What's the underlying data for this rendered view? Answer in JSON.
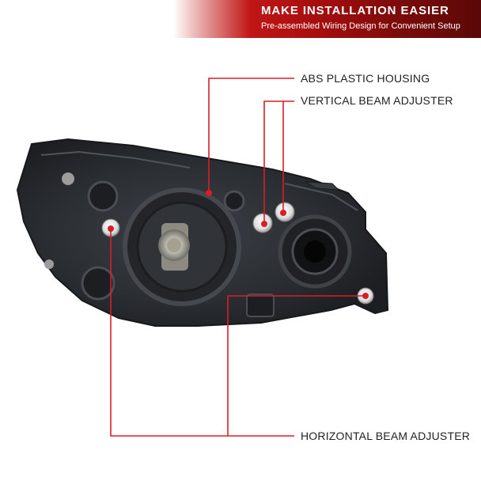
{
  "banner": {
    "title": "MAKE INSTALLATION EASIER",
    "subtitle": "Pre-assembled Wiring Design for Convenient Setup"
  },
  "callouts": {
    "abs_housing": "ABS PLASTIC HOUSING",
    "vertical_adjuster": "VERTICAL BEAM ADJUSTER",
    "horizontal_adjuster": "HORIZONTAL BEAM ADJUSTER"
  },
  "colors": {
    "accent": "#d81f26",
    "housing": "#2a2d31",
    "housing_edge": "#1a1c1f"
  }
}
